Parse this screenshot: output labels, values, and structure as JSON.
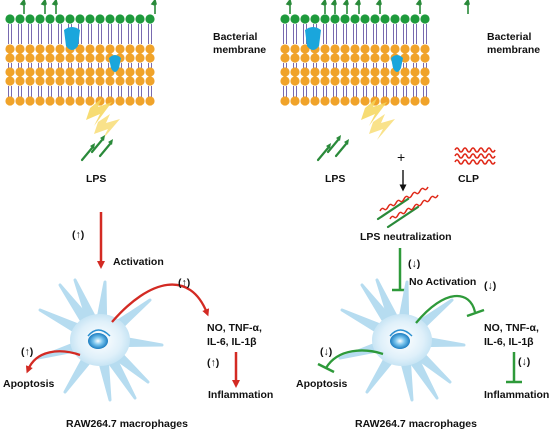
{
  "left": {
    "membrane_label_1": "Bacterial",
    "membrane_label_2": "membrane",
    "lps_label": "LPS",
    "activation_indicator": "(↑)",
    "activation_label": "Activation",
    "cytokine_indicator": "(↑)",
    "cytokines_line1": "NO, TNF-α,",
    "cytokines_line2": "IL-6, IL-1β",
    "inflammation_indicator": "(↑)",
    "inflammation_label": "Inflammation",
    "apoptosis_indicator": "(↑)",
    "apoptosis_label": "Apoptosis",
    "cell_label": "RAW264.7 macrophages"
  },
  "right": {
    "membrane_label_1": "Bacterial",
    "membrane_label_2": "membrane",
    "lps_label": "LPS",
    "plus_sign": "+",
    "clp_label": "CLP",
    "neutralization_label": "LPS neutralization",
    "activation_indicator": "(↓)",
    "activation_label": "No Activation",
    "cytokine_indicator": "(↓)",
    "cytokines_line1": "NO, TNF-α,",
    "cytokines_line2": "IL-6, IL-1β",
    "inflammation_indicator": "(↓)",
    "inflammation_label": "Inflammation",
    "apoptosis_indicator": "(↓)",
    "apoptosis_label": "Apoptosis",
    "cell_label": "RAW264.7 macrophages"
  },
  "colors": {
    "head_green": "#1e9a3c",
    "tail_purple": "#6a5aa8",
    "head_orange": "#f0a32a",
    "protein_blue": "#1aa6dc",
    "lightning": "#f6d65a",
    "lps_green": "#2a8a3a",
    "clp_red": "#e02a1a",
    "activation_red": "#d32a23",
    "inhibition_green": "#2e9a3a",
    "cell_light": "#b6dcf0",
    "nucleus_blue": "#2a8fd0"
  }
}
